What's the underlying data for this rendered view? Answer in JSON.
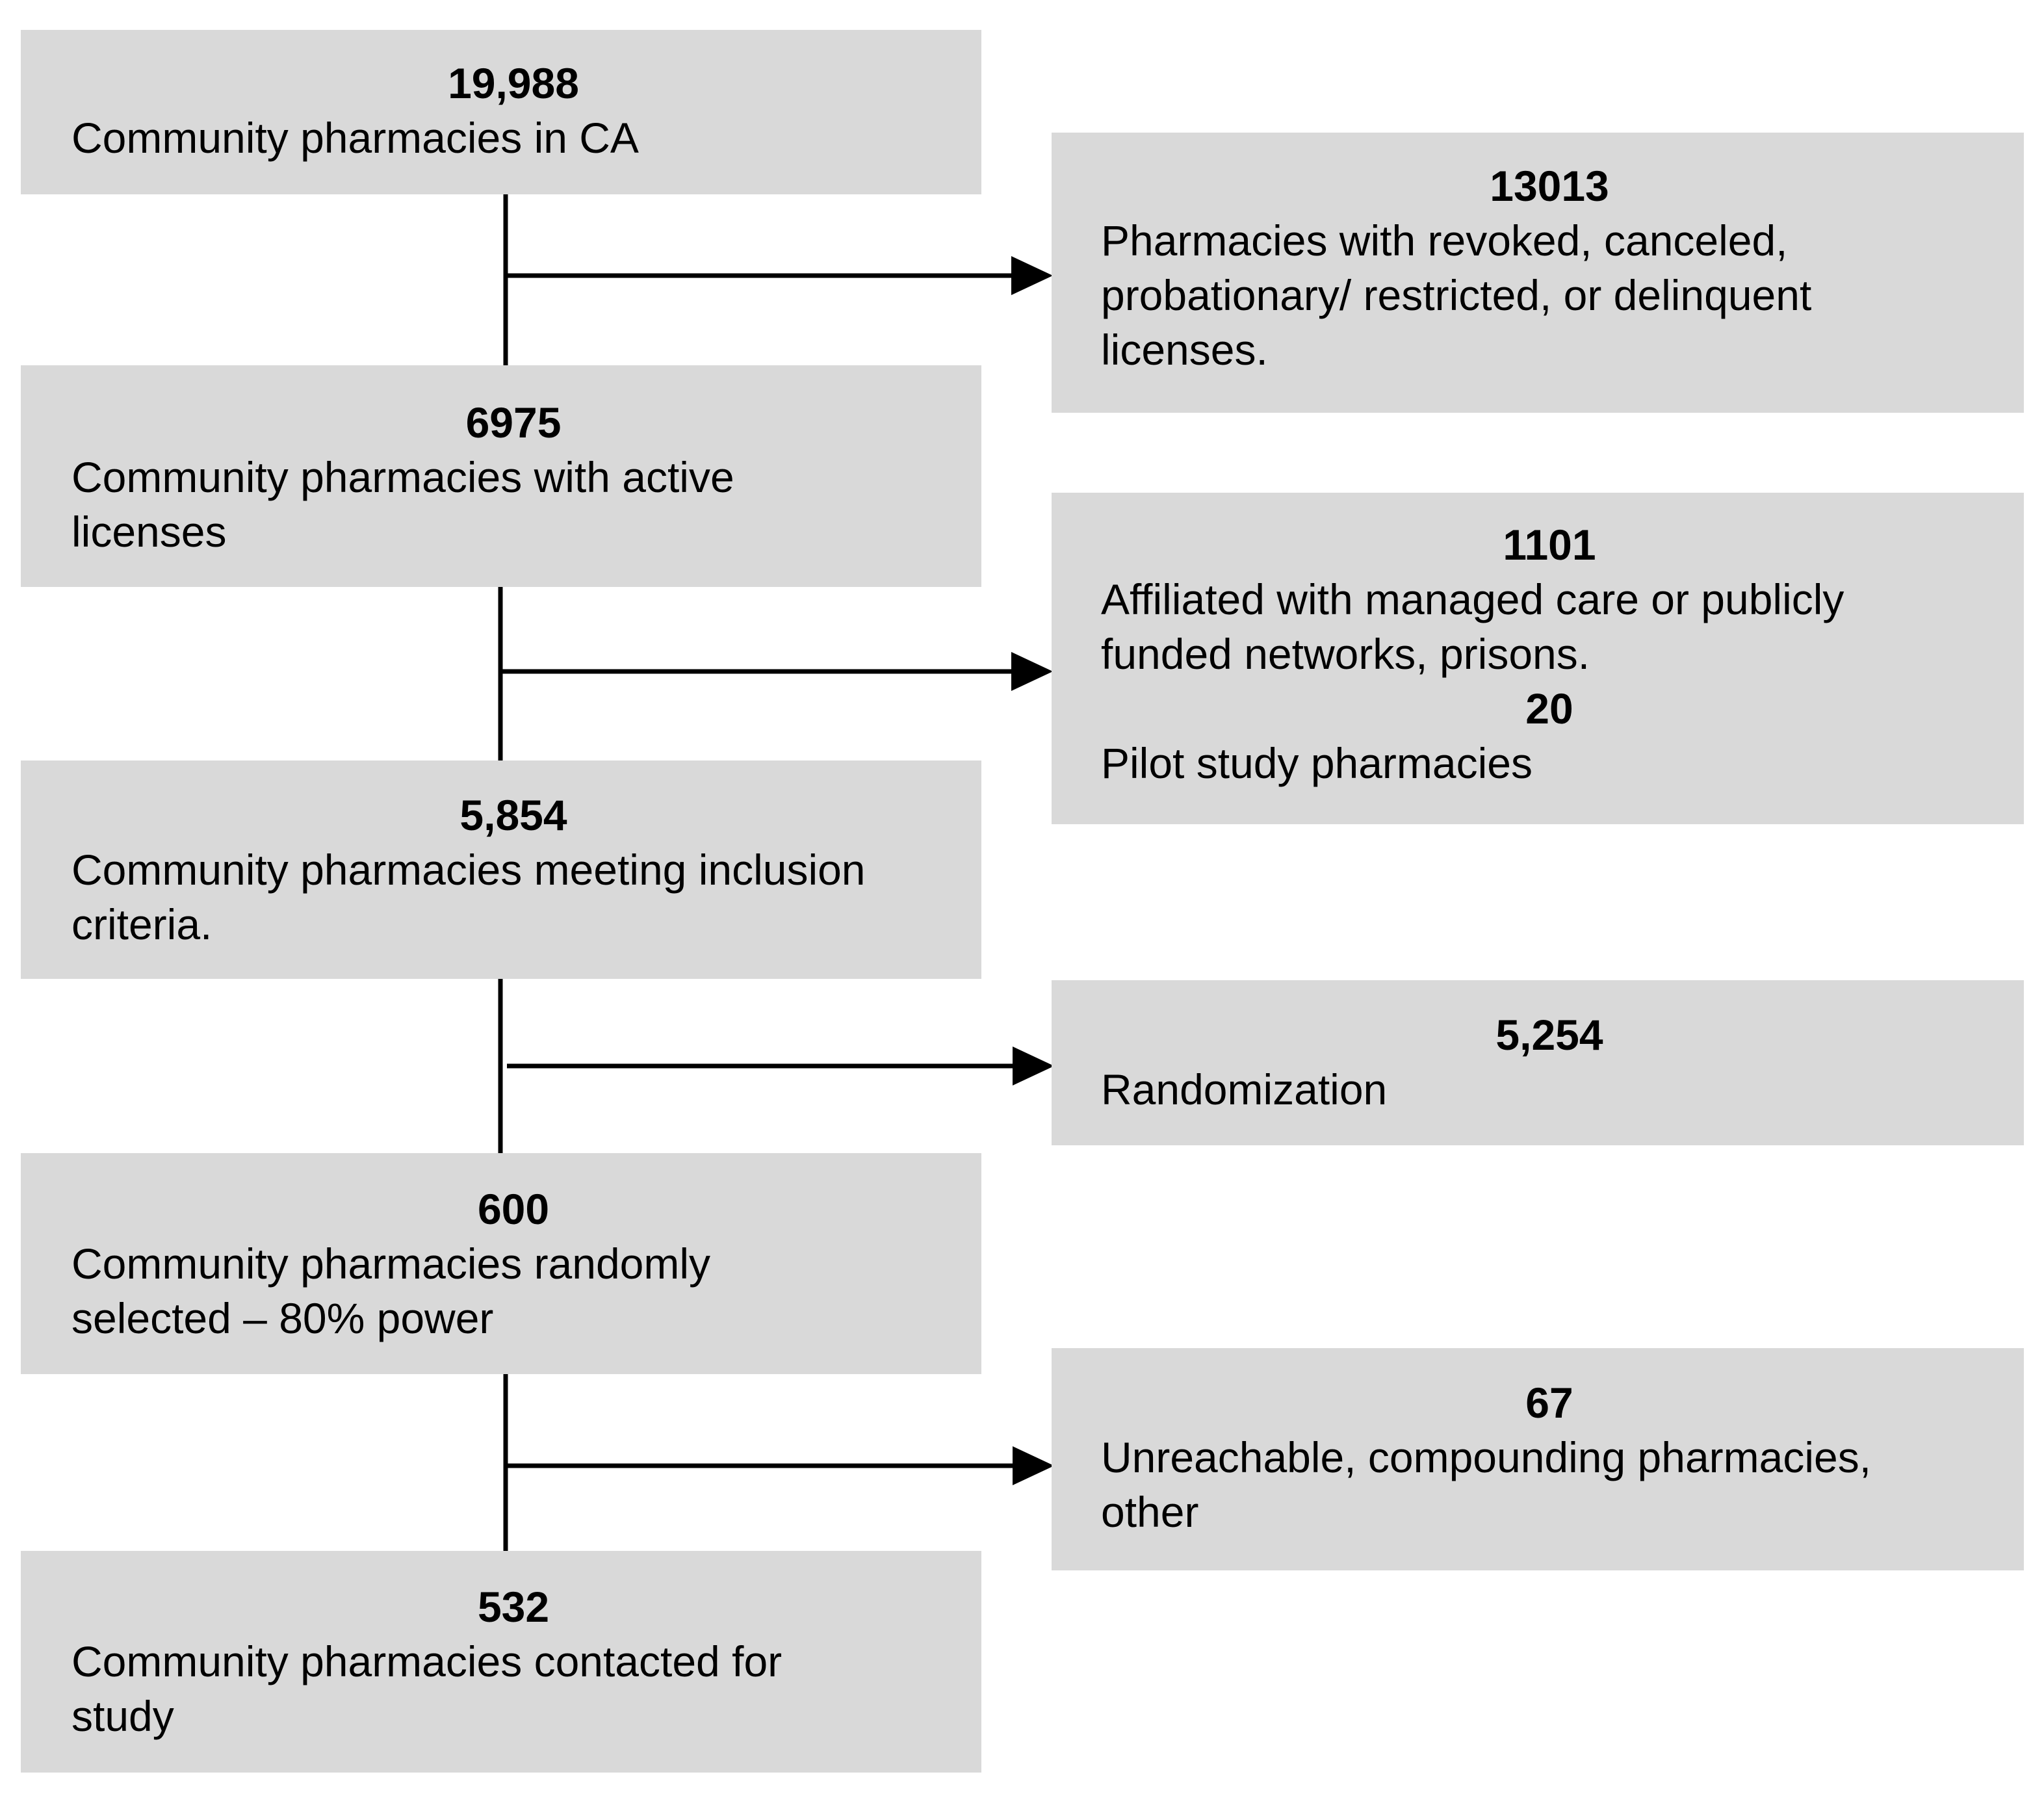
{
  "flow": {
    "main": [
      {
        "count": "19,988",
        "label": "Community pharmacies in CA"
      },
      {
        "count": "6975",
        "label": "Community pharmacies with active licenses"
      },
      {
        "count": "5,854",
        "label": "Community pharmacies meeting inclusion criteria."
      },
      {
        "count": "600",
        "label": "Community pharmacies randomly selected – 80% power"
      },
      {
        "count": "532",
        "label": "Community pharmacies contacted for study"
      }
    ],
    "excluded": [
      {
        "count": "13013",
        "label": "Pharmacies with revoked, canceled, probationary/ restricted, or delinquent licenses."
      },
      {
        "count": "1101",
        "label": "Affiliated with managed care or publicly funded networks, prisons.",
        "count2": "20",
        "label2": "Pilot study pharmacies"
      },
      {
        "count": "5,254",
        "label": "Randomization"
      },
      {
        "count": "67",
        "label": "Unreachable, compounding pharmacies, other"
      }
    ]
  },
  "colors": {
    "box_fill": "#d9d9d9",
    "line": "#000000"
  }
}
